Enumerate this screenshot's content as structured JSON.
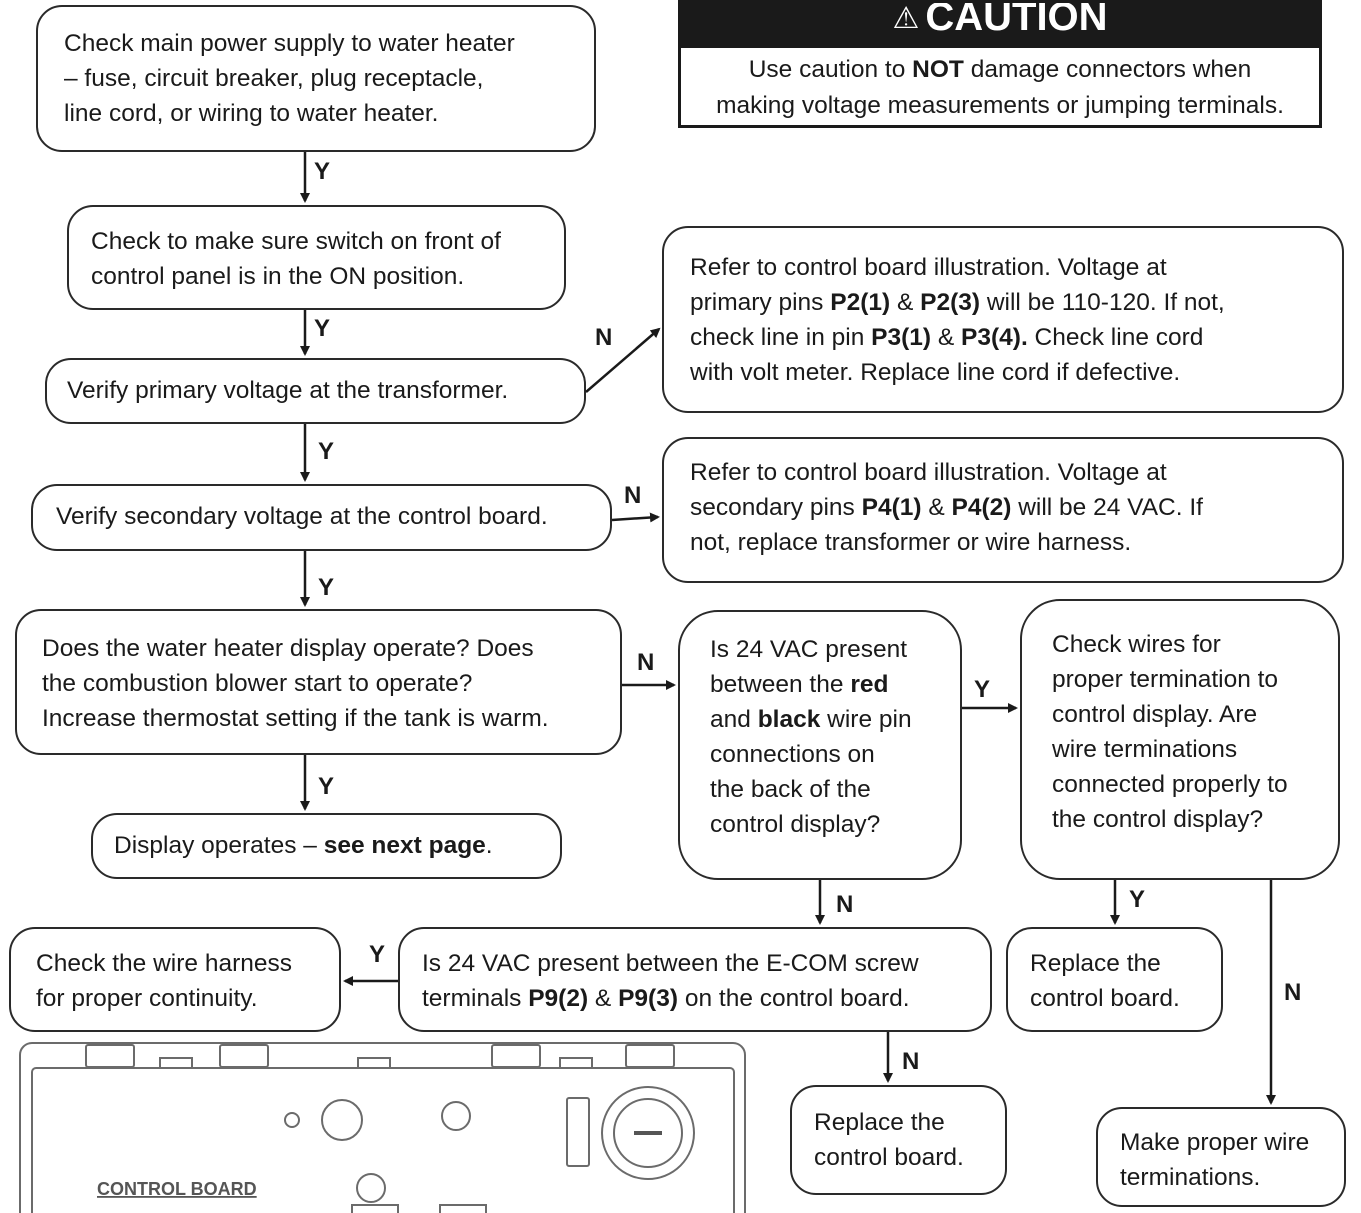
{
  "caution": {
    "icon": "warning-triangle-icon",
    "title": "CAUTION",
    "line1_pre": "Use caution to ",
    "line1_bold": "NOT",
    "line1_post": " damage connectors when",
    "line2": "making voltage measurements or jumping terminals."
  },
  "steps": {
    "main_power": {
      "l1": "Check main power supply to water heater",
      "l2": "– fuse, circuit breaker, plug receptacle,",
      "l3": "line cord, or wiring to water heater."
    },
    "switch_on": {
      "l1": "Check to make sure switch on front of",
      "l2": "control panel is in the ON position."
    },
    "primary_voltage": "Verify primary voltage at the transformer.",
    "primary_detail": {
      "l1": "Refer to control board illustration. Voltage at",
      "l2_pre": "primary pins ",
      "l2_b1": "P2(1)",
      "l2_mid": " & ",
      "l2_b2": "P2(3)",
      "l2_post": " will be 110-120. If not,",
      "l3_pre": "check line in pin ",
      "l3_b1": "P3(1)",
      "l3_mid": " & ",
      "l3_b2": "P3(4).",
      "l3_post": " Check line cord",
      "l4": "with volt meter. Replace line cord if defective."
    },
    "secondary_voltage": "Verify secondary voltage at the control board.",
    "secondary_detail": {
      "l1": "Refer to control board illustration. Voltage at",
      "l2_pre": "secondary pins ",
      "l2_b1": "P4(1)",
      "l2_mid": " & ",
      "l2_b2": "P4(2)",
      "l2_post": " will be 24 VAC. If",
      "l3": "not, replace transformer or wire harness."
    },
    "display_question": {
      "l1": "Does the water heater display operate? Does",
      "l2": "the combustion blower start to operate?",
      "l3": "Increase thermostat setting if the tank is warm."
    },
    "display_operates": {
      "pre": "Display operates – ",
      "bold": "see next page",
      "post": "."
    },
    "vac_red_black": {
      "l1": "Is 24 VAC present",
      "l2_pre": "between the ",
      "l2_bold": "red",
      "l3_pre": "and ",
      "l3_bold": "black",
      "l3_post": " wire pin",
      "l4": "connections on",
      "l5": "the back of the",
      "l6": "control display?"
    },
    "check_wires": {
      "l1": "Check wires for",
      "l2": "proper termination to",
      "l3": "control display. Are",
      "l4": "wire terminations",
      "l5": "connected properly to",
      "l6": "the control display?"
    },
    "ecom_vac": {
      "l1": "Is 24 VAC present between the E-COM screw",
      "l2_pre": "terminals ",
      "l2_b1": "P9(2)",
      "l2_mid": " & ",
      "l2_b2": "P9(3)",
      "l2_post": " on the control board."
    },
    "wire_harness": {
      "l1": "Check the wire harness",
      "l2": "for proper continuity."
    },
    "replace_board_a": {
      "l1": "Replace the",
      "l2": "control board."
    },
    "replace_board_b": {
      "l1": "Replace the",
      "l2": "control board."
    },
    "make_terminations": {
      "l1": "Make proper wire",
      "l2": "terminations."
    }
  },
  "labels": {
    "y1": "Y",
    "y2": "Y",
    "n1": "N",
    "y3": "Y",
    "n2": "N",
    "y4": "Y",
    "n3": "N",
    "y5": "Y",
    "y6": "Y",
    "n4": "N",
    "y7": "Y",
    "y8": "Y",
    "n5": "N",
    "n6": "N"
  },
  "board": {
    "title": "CONTROL BOARD"
  }
}
